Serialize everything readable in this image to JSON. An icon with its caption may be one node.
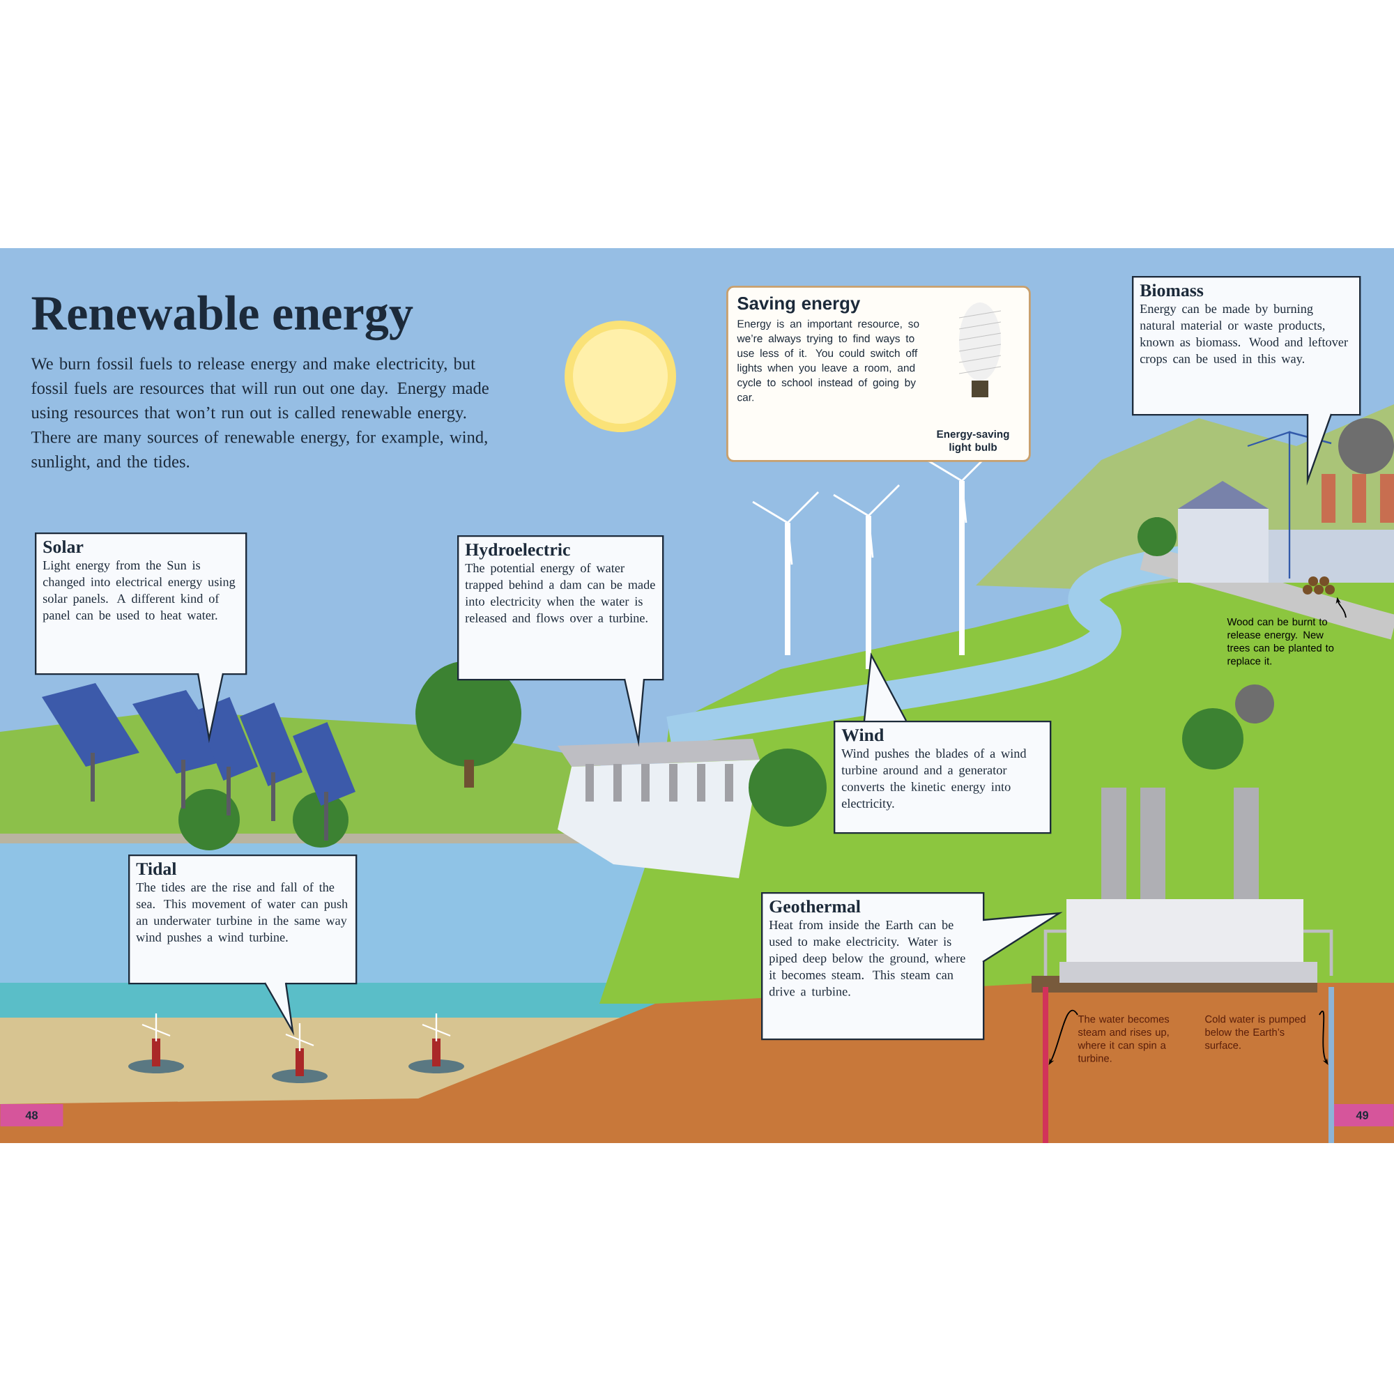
{
  "diagram": {
    "title": "Renewable energy",
    "nodes": [
      {
        "text": [
          "Solar",
          "Light energy from the Sun is changed into electrical energy using solar panels. A different kind of panel can be used to heat water."
        ]
      },
      {
        "text": [
          "Hydroelectric",
          "The potential energy of water trapped behind a dam can be made into electricity when the water is released and flows over a turbine."
        ]
      },
      {
        "text": [
          "Saving energy",
          "Energy is an important resource, so we’re always trying to find ways to use less of it. You could switch off lights when you leave a room, and cycle to school instead of going by car."
        ]
      },
      {
        "text": [
          "Energy-saving light bulb"
        ],
        "in": 2
      },
      {
        "text": [
          "Biomass",
          "Energy can be made by burning natural material or waste products, known as biomass. Wood and leftover crops can be used in this way."
        ]
      },
      {
        "text": [
          "Wind",
          "Wind pushes the blades of a wind turbine around and a generator converts the kinetic energy into electricity."
        ]
      },
      {
        "text": [
          "Tidal",
          "The tides are the rise and fall of the sea. This movement of water can push an underwater turbine in the same way wind pushes a wind turbine."
        ]
      },
      {
        "text": [
          "Geothermal",
          "Heat from inside the Earth can be used to make electricity. Water is piped deep below the ground, where it becomes steam. This steam can drive a turbine."
        ]
      },
      {
        "text": [
          "Wood can be burnt to release energy. New trees can be planted to replace it."
        ]
      },
      {
        "text": [],
        "shape": "picture"
      },
      {
        "text": [
          "The water becomes steam and rises up, where it can spin a turbine."
        ]
      },
      {
        "text": [],
        "shape": "bar"
      },
      {
        "text": [
          "Cold water is pumped below the Earth’s surface."
        ]
      },
      {
        "text": [],
        "shape": "bar"
      }
    ],
    "edges": [
      {
        "from": 8,
        "to": 9,
        "arrow": "to"
      },
      {
        "from": 10,
        "to": 11,
        "arrow": "to"
      },
      {
        "from": 12,
        "to": 13,
        "arrow": "to"
      }
    ],
    "labels": [
      "We burn fossil fuels to release energy and make electricity, but fossil fuels are resources that will run out one day. Energy made using resources that won’t run out is called renewable energy. There are many sources of renewable energy, for example, wind, sunlight, and the tides.",
      "48",
      "49"
    ]
  }
}
